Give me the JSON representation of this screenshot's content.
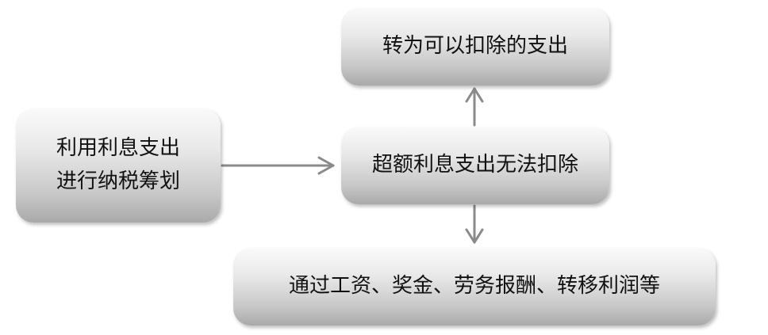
{
  "diagram": {
    "nodes": {
      "start": {
        "line1": "利用利息支出",
        "line2": "进行纳税筹划"
      },
      "middle": {
        "label": "超额利息支出无法扣除"
      },
      "top": {
        "label": "转为可以扣除的支出"
      },
      "bottom": {
        "label": "通过工资、奖金、劳务报酬、转移利润等"
      }
    },
    "edges": [
      {
        "from": "start",
        "to": "middle"
      },
      {
        "from": "middle",
        "to": "top"
      },
      {
        "from": "middle",
        "to": "bottom"
      }
    ],
    "colors": {
      "arrow": "#8a8a8a",
      "text": "#111111"
    }
  }
}
